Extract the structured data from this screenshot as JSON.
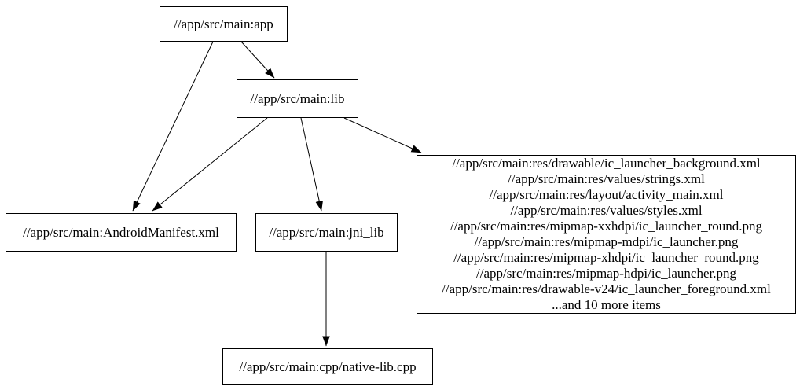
{
  "graph": {
    "background_color": "#ffffff",
    "node_fill_color": "#ffffff",
    "node_border_color": "#000000",
    "edge_color": "#000000",
    "text_color": "#000000",
    "nodes": {
      "app": {
        "label": "//app/src/main:app"
      },
      "lib": {
        "label": "//app/src/main:lib"
      },
      "manifest": {
        "label": "//app/src/main:AndroidManifest.xml"
      },
      "jni_lib": {
        "label": "//app/src/main:jni_lib"
      },
      "res": {
        "lines": [
          "//app/src/main:res/drawable/ic_launcher_background.xml",
          "//app/src/main:res/values/strings.xml",
          "//app/src/main:res/layout/activity_main.xml",
          "//app/src/main:res/values/styles.xml",
          "//app/src/main:res/mipmap-xxhdpi/ic_launcher_round.png",
          "//app/src/main:res/mipmap-mdpi/ic_launcher.png",
          "//app/src/main:res/mipmap-xhdpi/ic_launcher_round.png",
          "//app/src/main:res/mipmap-hdpi/ic_launcher.png",
          "//app/src/main:res/drawable-v24/ic_launcher_foreground.xml",
          "...and 10 more items"
        ]
      },
      "native_lib": {
        "label": "//app/src/main:cpp/native-lib.cpp"
      }
    },
    "edges": [
      {
        "from": "//app/src/main:app",
        "to": "//app/src/main:lib"
      },
      {
        "from": "//app/src/main:app",
        "to": "//app/src/main:AndroidManifest.xml"
      },
      {
        "from": "//app/src/main:lib",
        "to": "//app/src/main:AndroidManifest.xml"
      },
      {
        "from": "//app/src/main:lib",
        "to": "//app/src/main:jni_lib"
      },
      {
        "from": "//app/src/main:lib",
        "to": "res-file-group"
      },
      {
        "from": "//app/src/main:jni_lib",
        "to": "//app/src/main:cpp/native-lib.cpp"
      }
    ]
  }
}
